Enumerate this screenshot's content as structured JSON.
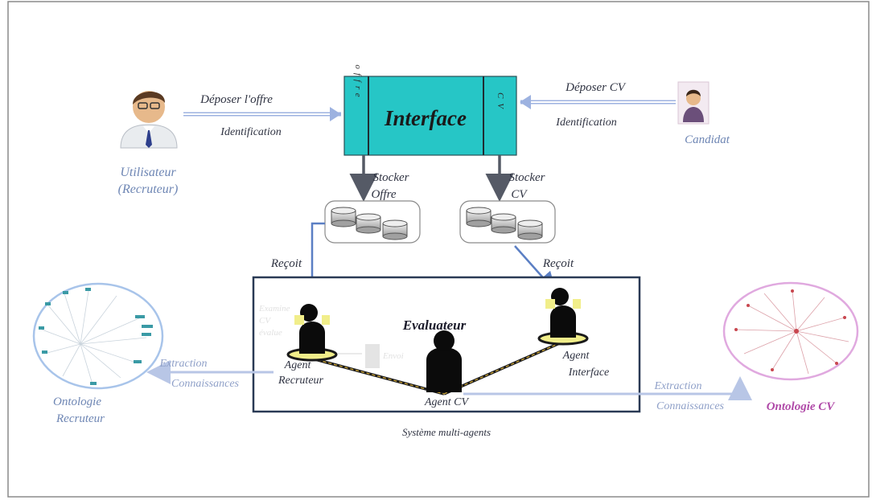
{
  "interface": {
    "title": "Interface",
    "left_column": "offre",
    "right_column": "CV"
  },
  "recruiter": {
    "label_line1": "Utilisateur",
    "label_line2": "(Recruteur)",
    "deposit": "Déposer l'offre",
    "identification": "Identification"
  },
  "candidate": {
    "label": "Candidat",
    "deposit": "Déposer CV",
    "identification": "Identification"
  },
  "storage": {
    "offer_line1": "Stocker",
    "offer_line2": "Offre",
    "cv_line1": "Stocker",
    "cv_line2": "CV",
    "receive_left": "Reçoit",
    "receive_right": "Reçoit"
  },
  "mas": {
    "title": "Evaluateur",
    "caption": "Système multi-agents",
    "agent_recruiter_line1": "Agent",
    "agent_recruiter_line2": "Recruteur",
    "agent_interface_line1": "Agent",
    "agent_interface_line2": "Interface",
    "agent_cv": "Agent CV"
  },
  "ontology_recruiter": {
    "line1": "Ontologie",
    "line2": "Recruteur",
    "extract_line1": "Extraction",
    "extract_line2": "Connaissances"
  },
  "ontology_cv": {
    "label": "Ontologie CV",
    "extract_line1": "Extraction",
    "extract_line2": "Connaissances"
  },
  "colors": {
    "interface": "#26c6c6",
    "label_blue": "#6e86b4",
    "label_pink": "#b04aa8",
    "arrow_dark": "#555a66"
  }
}
